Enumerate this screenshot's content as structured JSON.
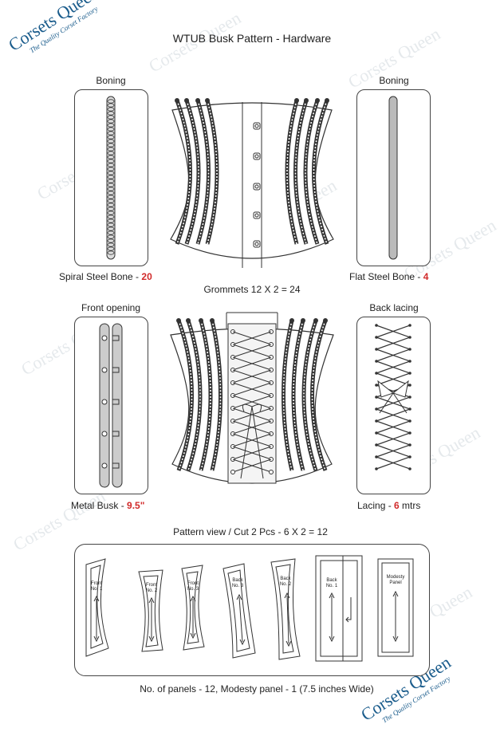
{
  "title": "WTUB Busk Pattern - Hardware",
  "logo": {
    "name": "Corsets Queen",
    "tagline": "The Quality Corset Factory"
  },
  "boning_left": {
    "label": "Boning",
    "caption": "Spiral Steel Bone - ",
    "qty": "20"
  },
  "boning_right": {
    "label": "Boning",
    "caption": "Flat Steel Bone - ",
    "qty": "4"
  },
  "grommets": "Grommets 12 X 2 = 24",
  "front_opening": {
    "label": "Front opening",
    "caption": "Metal Busk - ",
    "qty": "9.5\""
  },
  "back_lacing": {
    "label": "Back lacing",
    "caption": "Lacing  - ",
    "qty": "6",
    "unit": " mtrs"
  },
  "pattern_view": "Pattern view / Cut 2 Pcs - 6 X 2 = 12",
  "panels": [
    {
      "line1": "Front",
      "line2": "No. 1"
    },
    {
      "line1": "Front",
      "line2": "No. 2"
    },
    {
      "line1": "Front",
      "line2": "No. 3"
    },
    {
      "line1": "Back",
      "line2": "No. 3"
    },
    {
      "line1": "Back",
      "line2": "No. 2"
    },
    {
      "line1": "Back",
      "line2": "No. 1"
    },
    {
      "line1": "Modesty",
      "line2": "Panel"
    }
  ],
  "footer": "No. of panels - 12, Modesty panel - 1 (7.5 inches Wide)",
  "colors": {
    "accent_red": "#d12a2a",
    "logo_blue": "#1a5c8c"
  }
}
